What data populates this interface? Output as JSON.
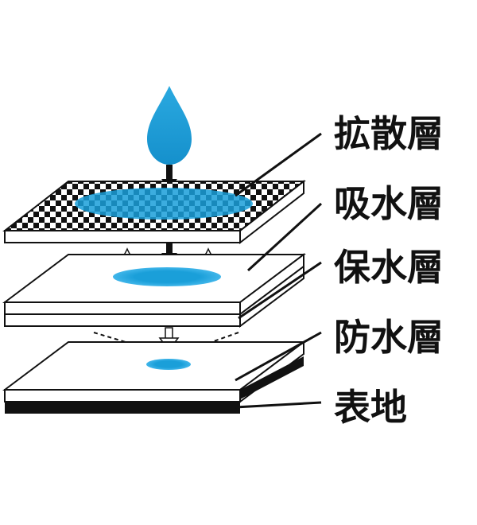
{
  "layers": [
    {
      "id": "diffusion",
      "label": "拡散層"
    },
    {
      "id": "absorb",
      "label": "吸水層"
    },
    {
      "id": "retain",
      "label": "保水層"
    },
    {
      "id": "waterproof",
      "label": "防水層"
    },
    {
      "id": "surface",
      "label": "表地"
    }
  ],
  "colors": {
    "water": "#1a9fd9",
    "water_light": "#41b6ea",
    "ink": "#111111",
    "paper": "#ffffff"
  },
  "icons": {
    "drop": "water-drop-icon",
    "arrow": "down-arrow-icon"
  }
}
